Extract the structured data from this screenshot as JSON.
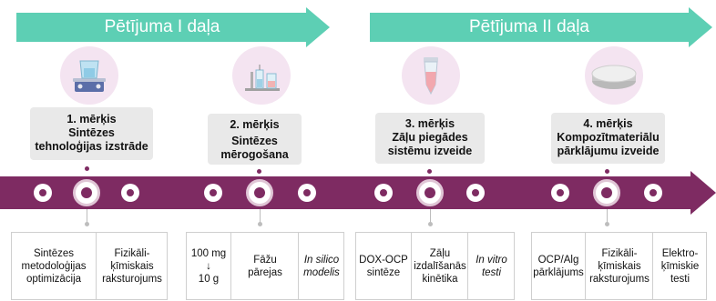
{
  "colors": {
    "phase_arrow": "#5dcfb4",
    "timeline": "#7e2b62",
    "goal_box": "#e9e9e9",
    "icon_circle": "#f4e4f1"
  },
  "phases": [
    {
      "label": "Pētījuma I daļa"
    },
    {
      "label": "Pētījuma II daļa"
    }
  ],
  "goals": [
    {
      "line1": "1.  mērķis",
      "line2": "Sintēzes",
      "line3": "tehnoloģijas izstrāde",
      "icon": "hot-plate-stirrer-icon"
    },
    {
      "line1": "2. mērķis",
      "line2": "Sintēzes",
      "line3": "mērogošana",
      "icon": "lab-glassware-icon"
    },
    {
      "line1": "3. mērķis",
      "line2": "Zāļu piegādes",
      "line3": "sistēmu izveide",
      "icon": "test-tube-icon"
    },
    {
      "line1": "4. mērķis",
      "line2": "Kompozītmateriālu",
      "line3": "pārklājumu izveide",
      "icon": "coating-disc-icon"
    }
  ],
  "subtasks": [
    [
      "Sintēzes\nmetodoloģijas\noptimizācija",
      "Fizikāli-\nķīmiskais\nraksturojums"
    ],
    [
      "100 mg\n↓\n10 g",
      "Fāžu\npārejas",
      "In silico\nmodelis"
    ],
    [
      "DOX-OCP\nsintēze",
      "Zāļu\nizdalīšanās\nkinētika",
      "In vitro\ntesti"
    ],
    [
      "OCP/Alg\npārklājums",
      "Fizikāli-\nķīmiskais\nraksturojums",
      "Elektro-\nķīmiskie\ntesti"
    ]
  ]
}
